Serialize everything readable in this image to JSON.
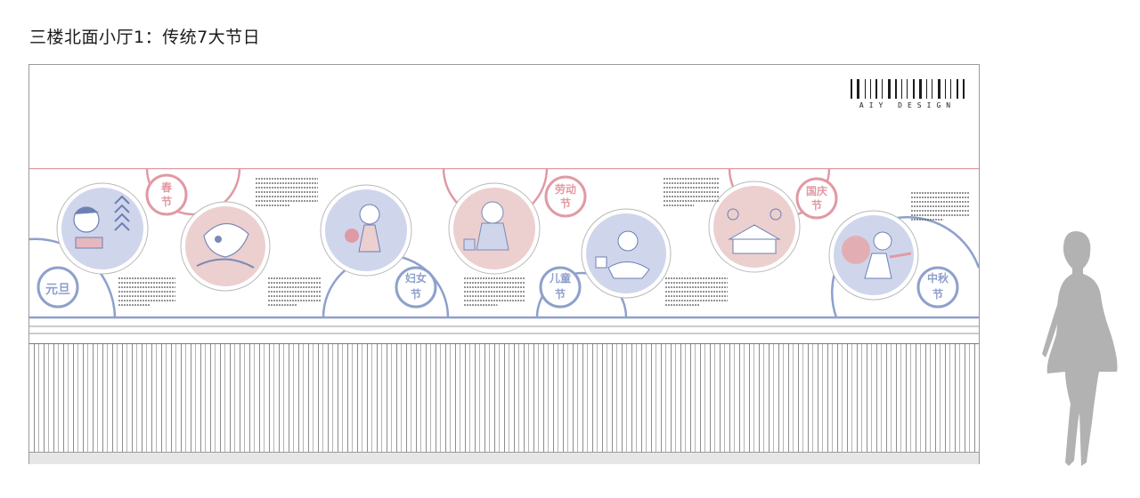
{
  "title": "三楼北面小厅1：传统7大节日",
  "brand": {
    "text": "AIY DESIGN"
  },
  "colors": {
    "pink": "#e09aa4",
    "blue": "#8ea0cc",
    "pink_fill": "#eccfcf",
    "blue_fill": "#cfd6ec",
    "fence_line": "#8d8d8d",
    "silhouette": "#b2b2b2"
  },
  "festivals": [
    {
      "id": "yuandan",
      "label": "元旦",
      "color": "blue"
    },
    {
      "id": "chunjie",
      "label": "春节",
      "color": "pink"
    },
    {
      "id": "funvjie",
      "label": "妇女节",
      "color": "blue"
    },
    {
      "id": "laodongjie",
      "label": "劳动节",
      "color": "pink"
    },
    {
      "id": "ertongjie",
      "label": "儿童节",
      "color": "blue"
    },
    {
      "id": "guoqingjie",
      "label": "国庆节",
      "color": "pink"
    },
    {
      "id": "zhongqiujie",
      "label": "中秋节",
      "color": "blue"
    }
  ],
  "icons": [
    "barcode-icon",
    "person-silhouette-icon"
  ]
}
